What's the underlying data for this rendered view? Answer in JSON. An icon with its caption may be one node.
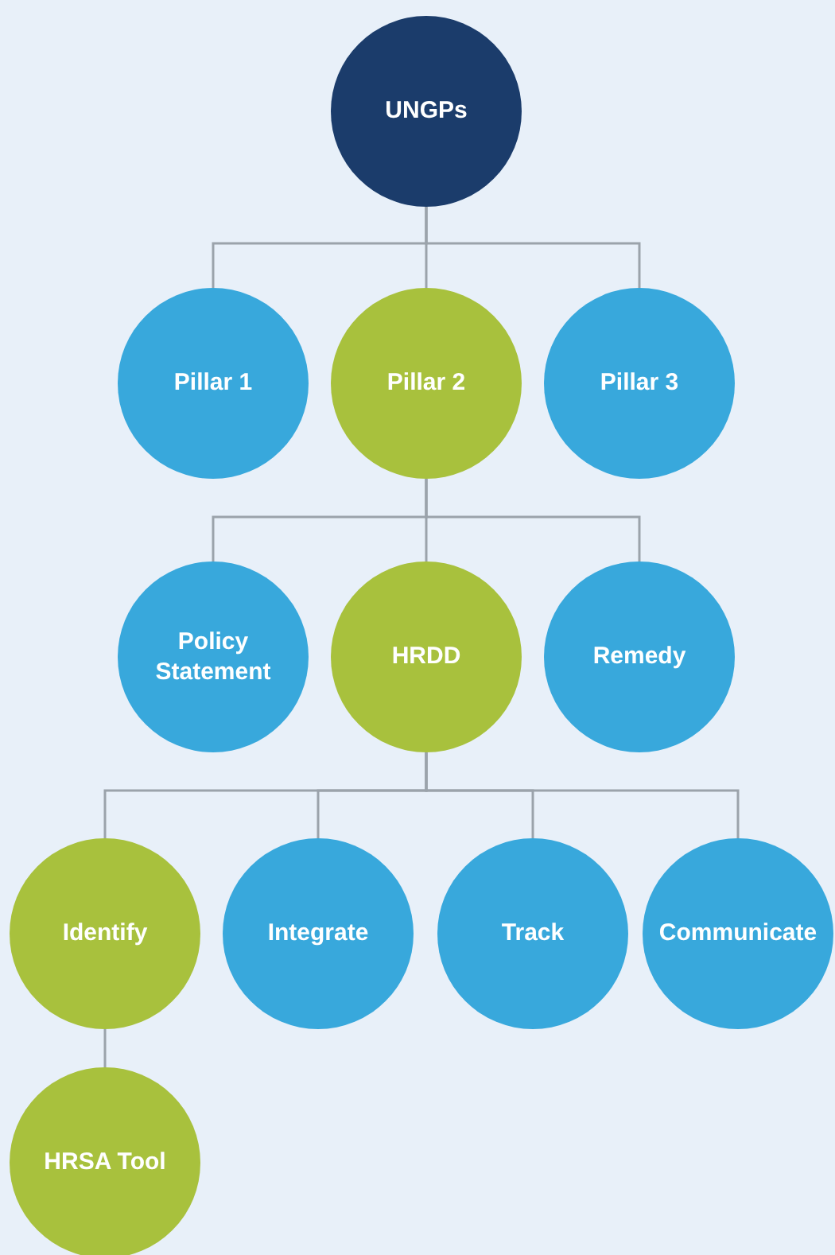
{
  "diagram": {
    "nodes": [
      {
        "text": [
          "UNGPs"
        ]
      },
      {
        "text": [
          "Pillar 1"
        ]
      },
      {
        "text": [
          "Pillar 2"
        ]
      },
      {
        "text": [
          "Pillar 3"
        ]
      },
      {
        "text": [
          "Policy Statement"
        ]
      },
      {
        "text": [
          "HRDD"
        ]
      },
      {
        "text": [
          "Remedy"
        ]
      },
      {
        "text": [
          "Identify"
        ]
      },
      {
        "text": [
          "Integrate"
        ]
      },
      {
        "text": [
          "Track"
        ]
      },
      {
        "text": [
          "Communicate"
        ]
      },
      {
        "text": [
          "HRSA Tool"
        ]
      }
    ],
    "edges": [
      {
        "from": 0,
        "to": 1,
        "arrow": "none"
      },
      {
        "from": 0,
        "to": 2,
        "arrow": "none"
      },
      {
        "from": 0,
        "to": 3,
        "arrow": "none"
      },
      {
        "from": 2,
        "to": 4,
        "arrow": "none"
      },
      {
        "from": 2,
        "to": 5,
        "arrow": "none"
      },
      {
        "from": 2,
        "to": 6,
        "arrow": "none"
      },
      {
        "from": 5,
        "to": 7,
        "arrow": "none"
      },
      {
        "from": 5,
        "to": 8,
        "arrow": "none"
      },
      {
        "from": 5,
        "to": 9,
        "arrow": "none"
      },
      {
        "from": 5,
        "to": 10,
        "arrow": "none"
      },
      {
        "from": 7,
        "to": 11,
        "arrow": "none"
      }
    ]
  }
}
